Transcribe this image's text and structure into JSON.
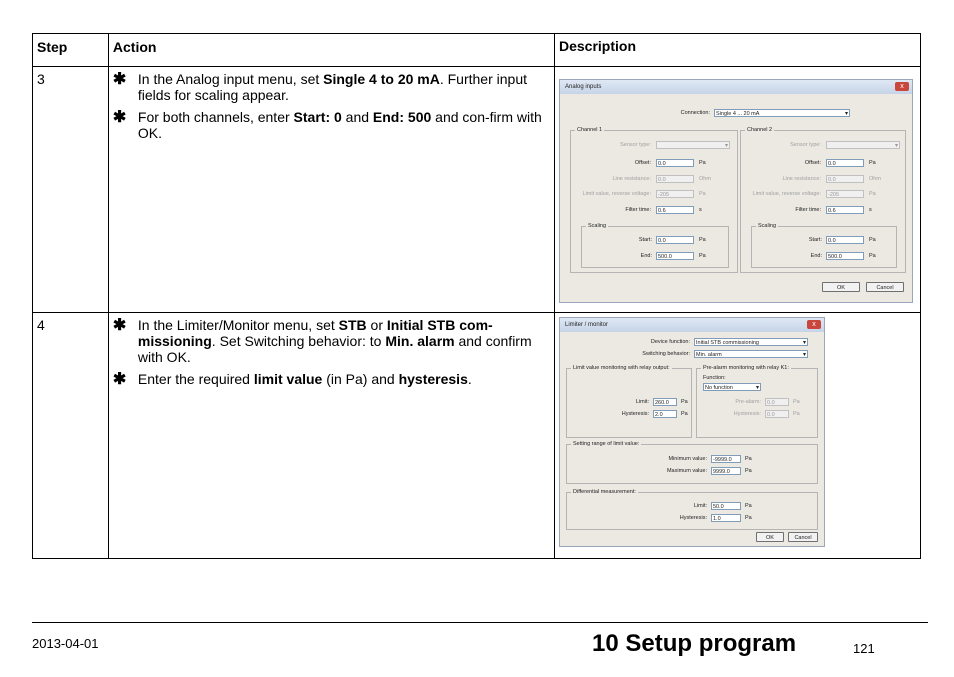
{
  "table": {
    "headers": {
      "step": "Step",
      "action": "Action",
      "description": "Description"
    },
    "rows": [
      {
        "step": "3",
        "actions": [
          [
            "In the Analog input menu, set ",
            "Single 4 to 20 mA",
            ". Further input fields for scaling appear."
          ],
          [
            "For both channels, enter ",
            "Start: 0",
            " and ",
            "End: 500",
            " and con-firm with OK."
          ]
        ]
      },
      {
        "step": "4",
        "actions": [
          [
            "In the Limiter/Monitor menu, set ",
            "STB",
            " or ",
            "Initial STB com-missioning",
            ". Set Switching behavior: to ",
            "Min. alarm",
            " and confirm with OK."
          ],
          [
            "Enter the required ",
            "limit value",
            " (in Pa) and ",
            "hysteresis",
            "."
          ]
        ]
      }
    ]
  },
  "bullet_symbol": "✱",
  "dialog1": {
    "title": "Analog inputs",
    "close": "x",
    "connection_label": "Connection:",
    "connection_value": "Single 4 ... 20 mA",
    "channels": [
      {
        "group": "Channel 1",
        "sensor_type": "Sensor type:",
        "offset_label": "Offset:",
        "offset_value": "0.0",
        "offset_unit": "Pa",
        "line_res_label": "Line resistance:",
        "line_res_value": "0.0",
        "line_res_unit": "Ohm",
        "limit_label": "Limit value, reverse voltage:",
        "limit_value": "-205",
        "limit_unit": "Pa",
        "filter_label": "Filter time:",
        "filter_value": "0.6",
        "filter_unit": "s",
        "scaling": "Scaling",
        "start_label": "Start:",
        "start_value": "0.0",
        "start_unit": "Pa",
        "end_label": "End:",
        "end_value": "500.0",
        "end_unit": "Pa"
      },
      {
        "group": "Channel 2",
        "sensor_type": "Sensor type:",
        "offset_label": "Offset:",
        "offset_value": "0.0",
        "offset_unit": "Pa",
        "line_res_label": "Line resistance:",
        "line_res_value": "0.0",
        "line_res_unit": "Ohm",
        "limit_label": "Limit value, reverse voltage:",
        "limit_value": "-205",
        "limit_unit": "Pa",
        "filter_label": "Filter time:",
        "filter_value": "0.6",
        "filter_unit": "s",
        "scaling": "Scaling",
        "start_label": "Start:",
        "start_value": "0.0",
        "start_unit": "Pa",
        "end_label": "End:",
        "end_value": "500.0",
        "end_unit": "Pa"
      }
    ],
    "ok": "OK",
    "cancel": "Cancel"
  },
  "dialog2": {
    "title": "Limiter / monitor",
    "close": "x",
    "device_function_label": "Device function:",
    "device_function_value": "Initial STB commissioning",
    "switching_label": "Switching behavior:",
    "switching_value": "Min. alarm",
    "relay_group": "Limit value monitoring with relay output:",
    "limit_label": "Limit:",
    "limit_value": "260.0",
    "limit_unit": "Pa",
    "hyst_label": "Hysteresis:",
    "hyst_value": "2.0",
    "hyst_unit": "Pa",
    "prealarm_group": "Pre-alarm monitoring with relay K1:",
    "function_label": "Function:",
    "function_value": "No function",
    "prealarm_label": "Pre-alarm:",
    "prealarm_value": "0.0",
    "prealarm_unit": "Pa",
    "pre_hyst_label": "Hysteresis:",
    "pre_hyst_value": "0.0",
    "pre_hyst_unit": "Pa",
    "setting_group": "Setting range of limit value:",
    "min_label": "Minimum value:",
    "min_value": "-9999.0",
    "min_unit": "Pa",
    "max_label": "Maximum value:",
    "max_value": "9999.0",
    "max_unit": "Pa",
    "diff_group": "Differential measurement:",
    "diff_limit_label": "Limit:",
    "diff_limit_value": "50.0",
    "diff_limit_unit": "Pa",
    "diff_hyst_label": "Hysteresis:",
    "diff_hyst_value": "1.0",
    "diff_hyst_unit": "Pa",
    "ok": "OK",
    "cancel": "Cancel"
  },
  "footer": {
    "date": "2013-04-01",
    "chapter": "10 Setup program",
    "page": "121"
  }
}
